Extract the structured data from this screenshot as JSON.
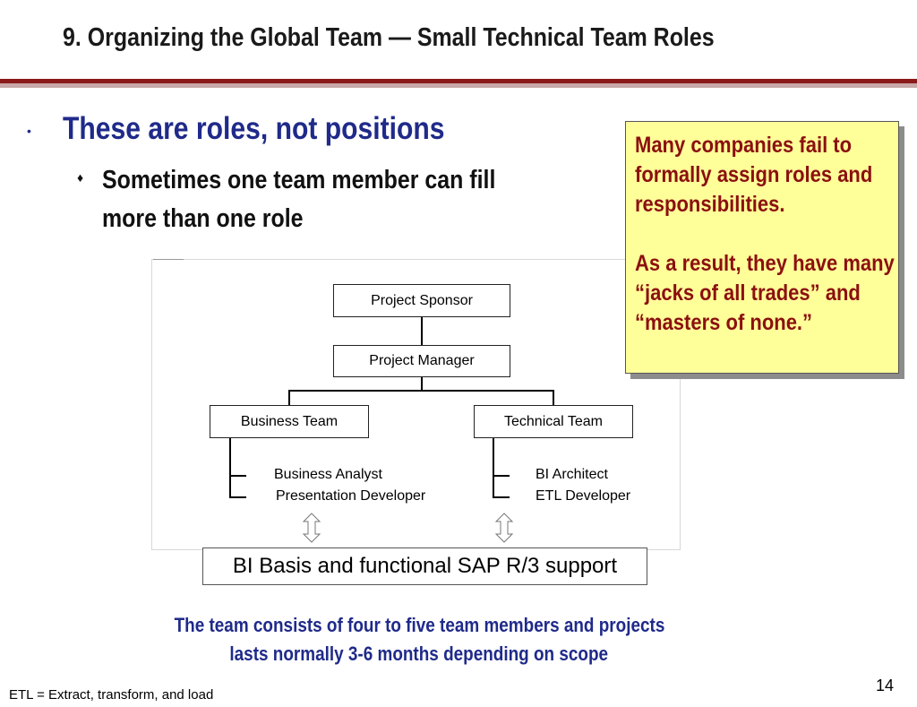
{
  "slide": {
    "title": "9. Organizing the Global Team — Small Technical Team Roles",
    "bullet_marker": "•",
    "sub_marker": "♦",
    "bullet1": "These are roles, not positions",
    "bullet2": "Sometimes one team member can fill more than one role",
    "page_number": "14",
    "footnote": "ETL = Extract, transform, and load",
    "summary_line1": "The team consists of four to five team members and projects",
    "summary_line2": "lasts normally 3-6 months depending on scope"
  },
  "callout": {
    "paragraph1": "Many companies fail to formally assign roles and responsibilities.",
    "paragraph2": "As a result, they have many “jacks of all trades” and “masters of none.”"
  },
  "org_chart": {
    "sponsor": "Project Sponsor",
    "manager": "Project Manager",
    "business_team": "Business Team",
    "technical_team": "Technical Team",
    "business_roles": [
      "Business Analyst",
      "Presentation Developer"
    ],
    "technical_roles": [
      "BI Architect",
      "ETL Developer"
    ],
    "support": "BI Basis and functional SAP R/3 support"
  },
  "colors": {
    "title_rule": "#8b1a1a",
    "bullet_blue": "#1f2a8a",
    "callout_fill": "#ffff99",
    "callout_text": "#8b1010"
  }
}
